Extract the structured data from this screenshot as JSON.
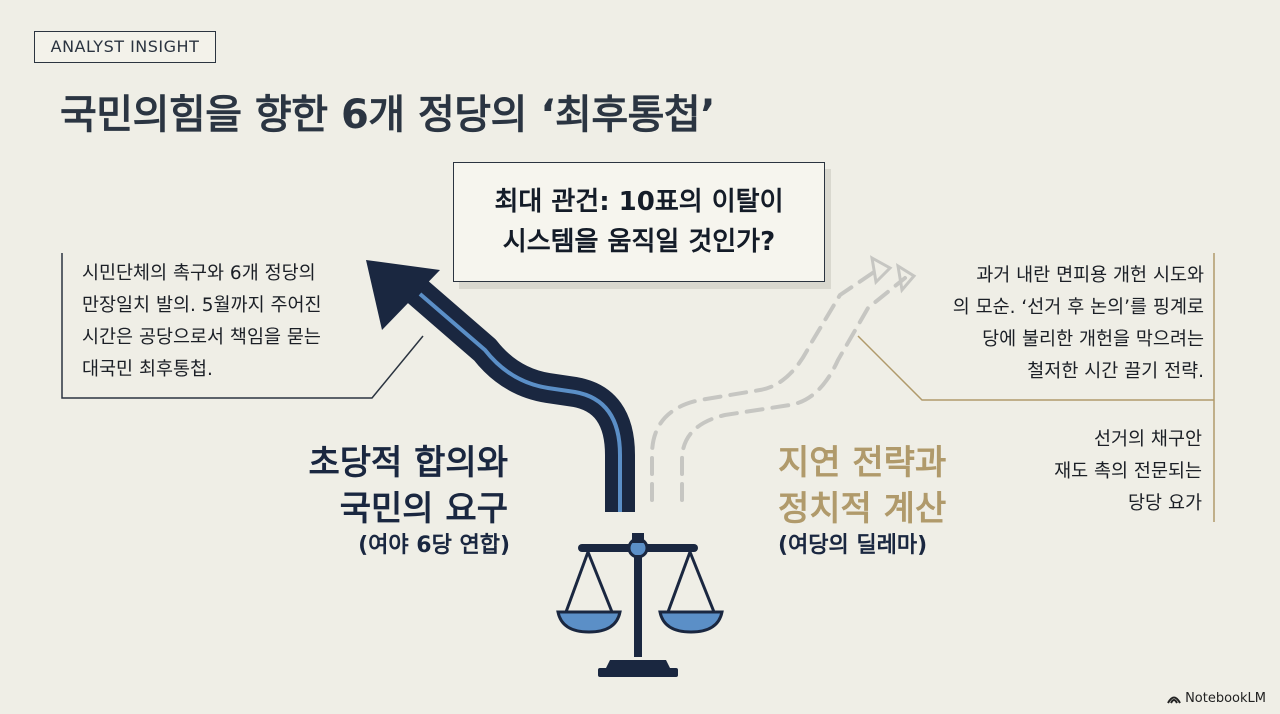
{
  "tag": "ANALYST INSIGHT",
  "title": "국민의힘을 향한 6개 정당의 ‘최후통첩’",
  "question": {
    "line1": "최대 관건: 10표의 이탈이",
    "line2": "시스템을 움직일 것인가?"
  },
  "left_note": [
    "시민단체의 촉구와 6개 정당의",
    "만장일치 발의. 5월까지 주어진",
    "시간은 공당으로서 책임을 묻는",
    "대국민 최후통첩."
  ],
  "right_note_1": [
    "과거 내란 면피용 개헌 시도와",
    "의 모순. ‘선거 후 논의’를 핑계로",
    "당에 불리한 개헌을 막으려는",
    "철저한 시간 끌기 전략."
  ],
  "right_note_2": [
    "선거의 채구안",
    "재도 촉의 전문되는",
    "당당 요가"
  ],
  "left_side": {
    "line1": "초당적 합의와",
    "line2": "국민의 요구",
    "sub": "(여야 6당 연합)"
  },
  "right_side": {
    "line1": "지연 전략과",
    "line2": "정치적 계산",
    "sub": "(여당의 딜레마)"
  },
  "brand": "NotebookLM",
  "colors": {
    "background": "#efeee6",
    "navy": "#1a2740",
    "gold": "#b09a6b",
    "blue": "#5b8fc7"
  }
}
